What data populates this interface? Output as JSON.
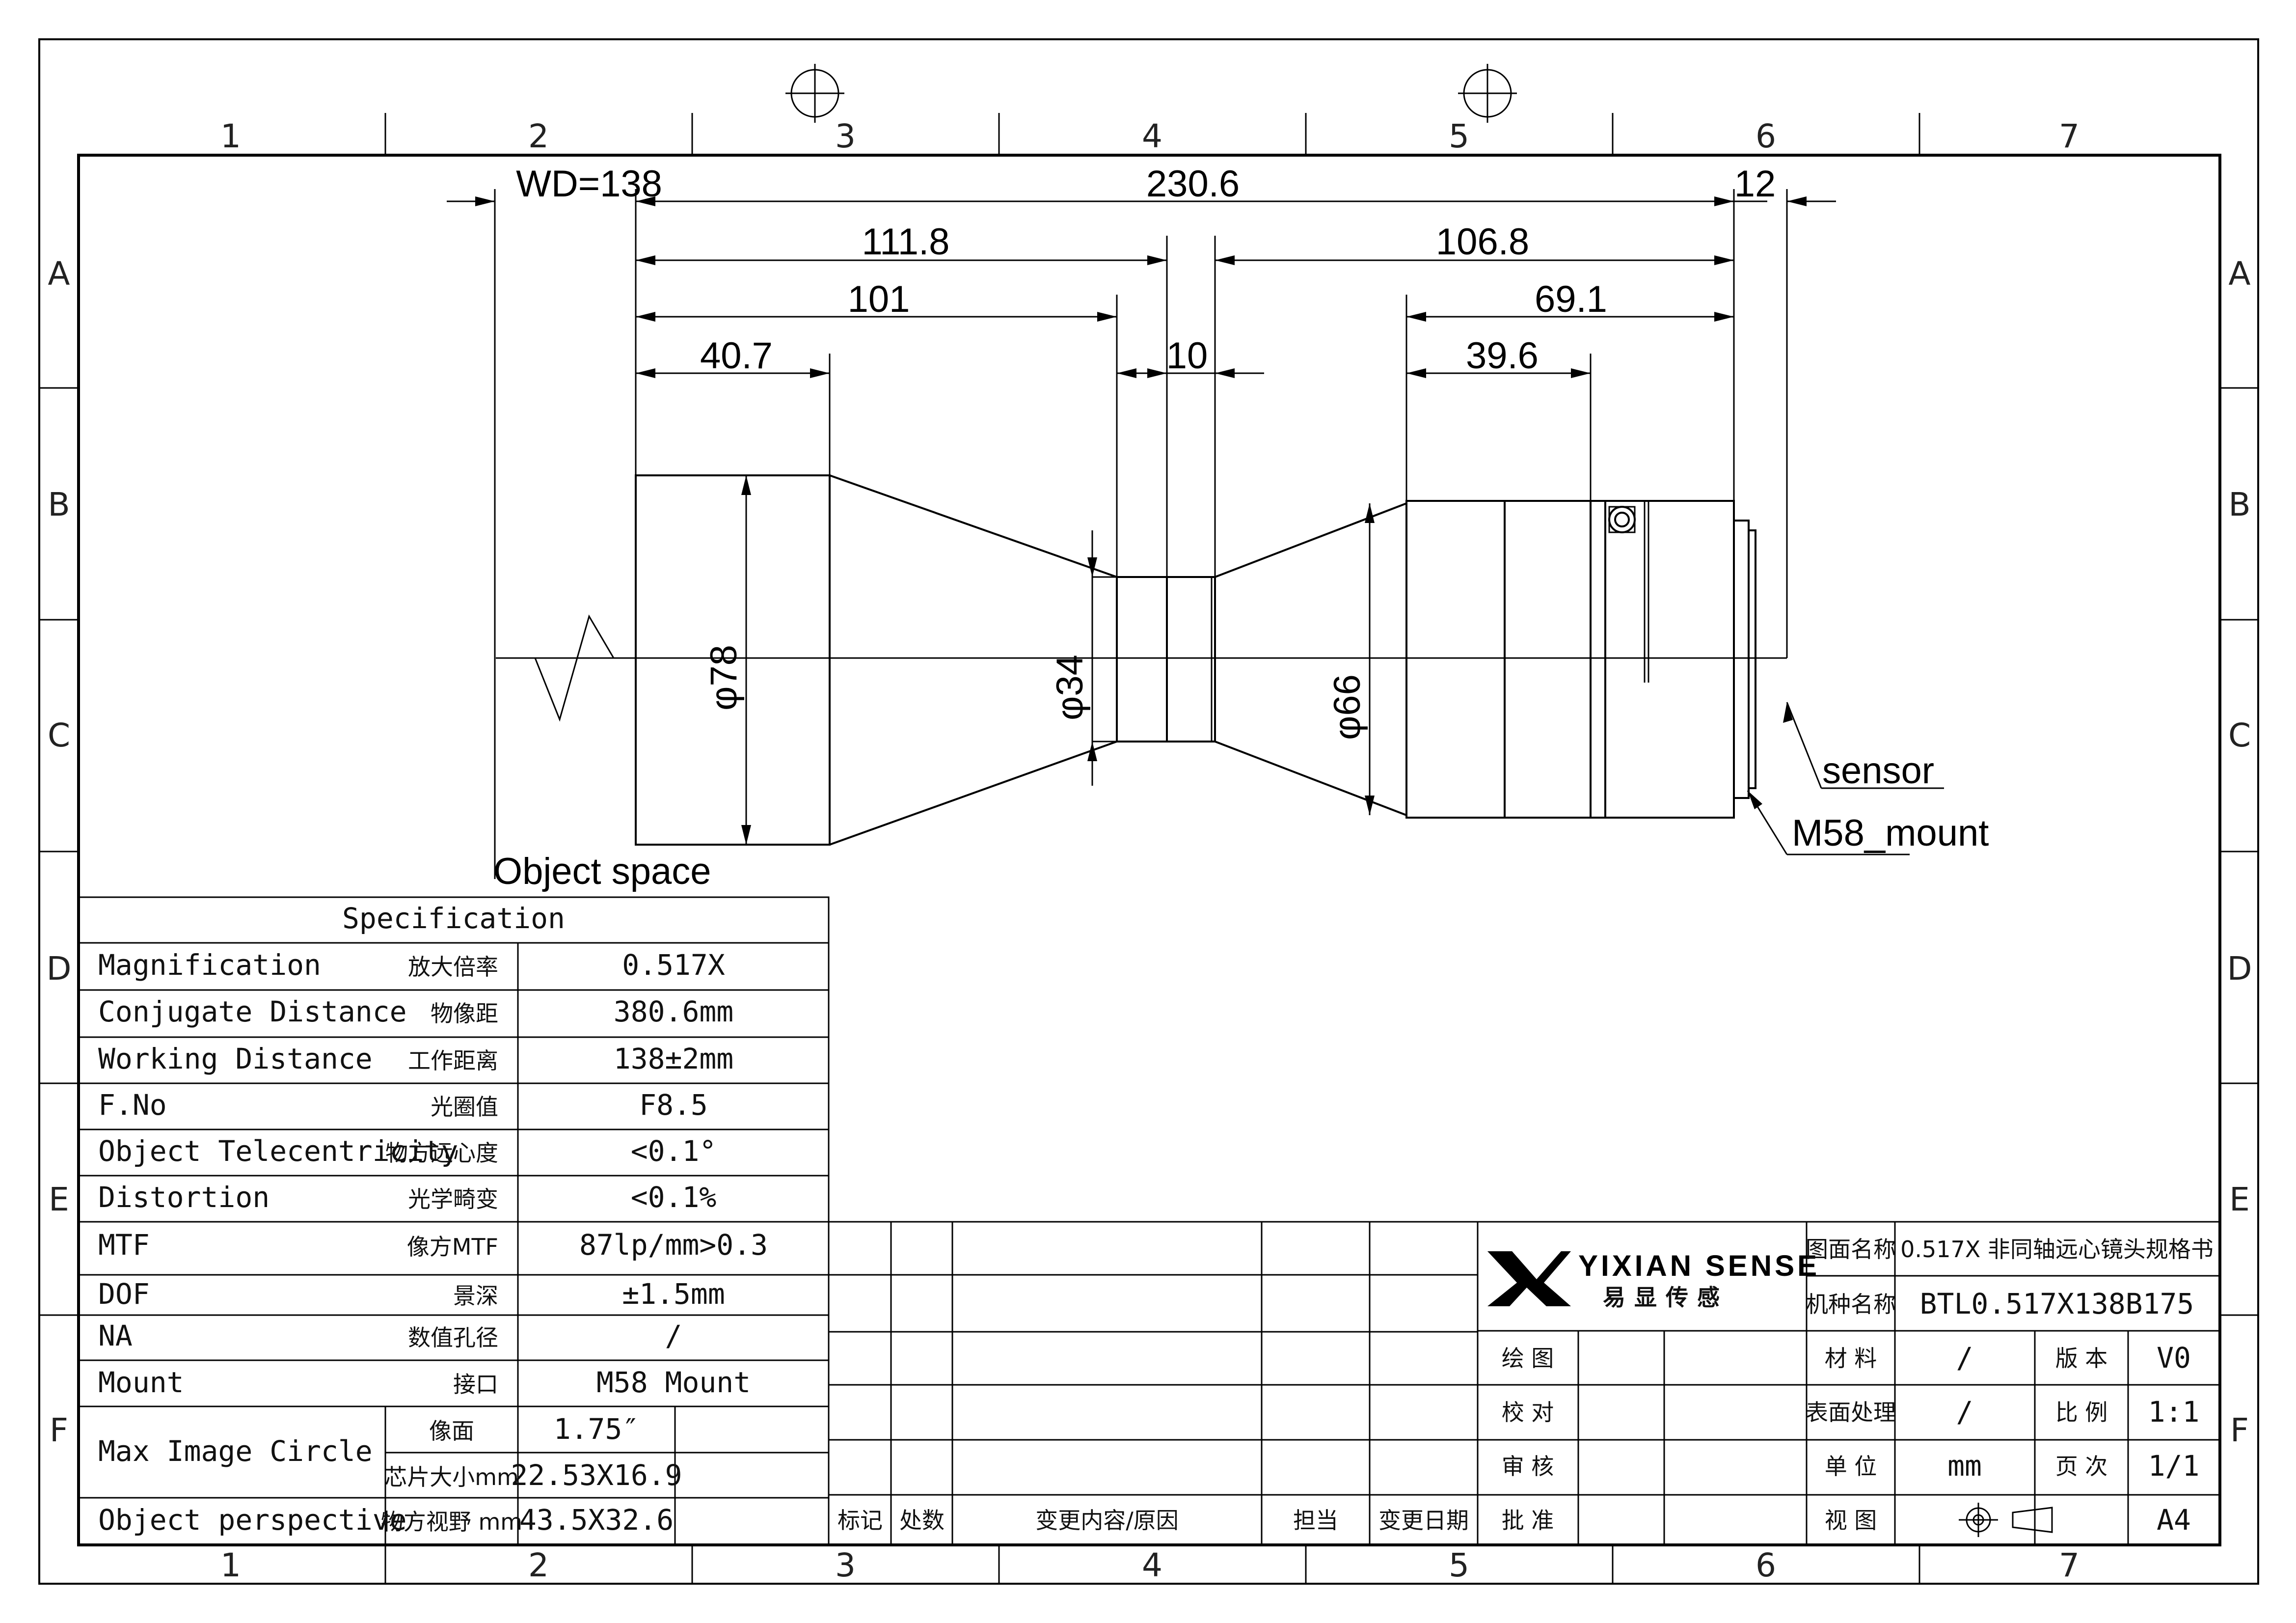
{
  "zones": {
    "columns": [
      "1",
      "2",
      "3",
      "4",
      "5",
      "6",
      "7"
    ],
    "rows": [
      "A",
      "B",
      "C",
      "D",
      "E",
      "F"
    ]
  },
  "dimensions": {
    "wd": "WD=138",
    "total": "230.6",
    "back": "12",
    "front_to_mid": "111.8",
    "rear_group": "106.8",
    "front_to_neck": "101",
    "rear_to_mount": "69.1",
    "front_barrel": "40.7",
    "neck_ring": "10",
    "rear_barrel": "39.6",
    "dia_front": "φ78",
    "dia_neck": "φ34",
    "dia_rear": "φ66"
  },
  "callouts": {
    "object_space": "Object space",
    "sensor": "sensor",
    "mount": "M58_mount"
  },
  "spec": {
    "title": "Specification",
    "rows": [
      {
        "en": "Magnification",
        "cn": "放大倍率",
        "val": "0.517X"
      },
      {
        "en": "Conjugate Distance",
        "cn": "物像距",
        "val": "380.6mm"
      },
      {
        "en": "Working Distance",
        "cn": "工作距离",
        "val": "138±2mm"
      },
      {
        "en": "F.No",
        "cn": "光圈值",
        "val": "F8.5"
      },
      {
        "en": "Object Telecentricity",
        "cn": "物方远心度",
        "val": "<0.1°"
      },
      {
        "en": "Distortion",
        "cn": "光学畸变",
        "val": "<0.1%"
      },
      {
        "en": "MTF",
        "cn": "像方MTF",
        "val": "87lp/mm>0.3"
      },
      {
        "en": "DOF",
        "cn": "景深",
        "val": "±1.5mm"
      },
      {
        "en": "NA",
        "cn": "数值孔径",
        "val": "/"
      },
      {
        "en": "Mount",
        "cn": "接口",
        "val": "M58 Mount"
      }
    ],
    "image_circle": {
      "en": "Max Image Circle",
      "sub1": "像面",
      "val1": "1.75″",
      "sub2": "芯片大小mm",
      "val2": "22.53X16.9"
    },
    "perspective": {
      "en": "Object perspective",
      "sub": "物方视野 mm",
      "val": "43.5X32.6"
    }
  },
  "revisions": {
    "headers": [
      "标记",
      "处数",
      "变更内容/原因",
      "担当",
      "变更日期"
    ]
  },
  "title_block": {
    "brand": "YIXIAN SENSE",
    "brand_cn": "易显传感",
    "drawing_name_label": "图面名称",
    "drawing_name": "0.517X 非同轴远心镜头规格书",
    "model_label": "机种名称",
    "model": "BTL0.517X138B175",
    "left_labels": [
      "绘 图",
      "校 对",
      "审 核",
      "批 准"
    ],
    "material_label": "材 料",
    "material": "/",
    "version_label": "版 本",
    "version": "V0",
    "surface_label": "表面处理",
    "surface": "/",
    "scale_label": "比 例",
    "scale": "1:1",
    "unit_label": "单 位",
    "unit": "mm",
    "page_label": "页 次",
    "page": "1/1",
    "view_label": "视 图",
    "paper": "A4"
  }
}
